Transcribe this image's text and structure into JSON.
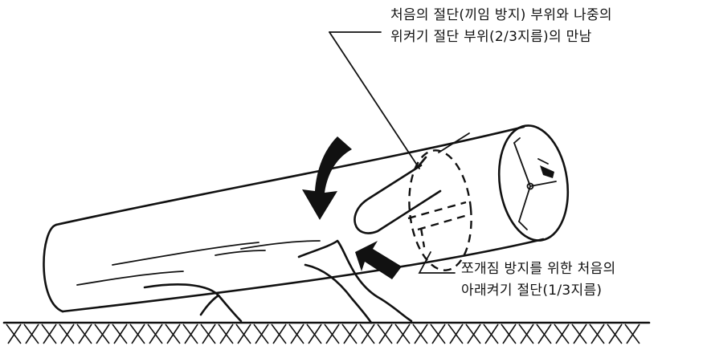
{
  "callouts": {
    "top": {
      "line1": "처음의 절단(끼임 방지) 부위와 나중의",
      "line2": "위켜기 절단 부위(2/3지름)의 만남"
    },
    "bottom": {
      "line1": "쪼개짐 방지를 위한 처음의",
      "line2": "아래켜기 절단(1/3지름)"
    }
  },
  "colors": {
    "ink": "#111111",
    "background": "#ffffff"
  }
}
